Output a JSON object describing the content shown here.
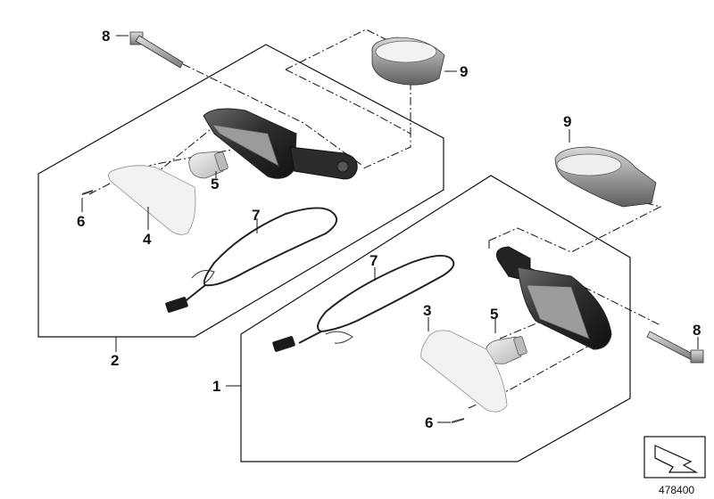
{
  "diagram": {
    "callouts": {
      "c1": "1",
      "c2": "2",
      "c3": "3",
      "c4": "4",
      "c5_left": "5",
      "c5_right": "5",
      "c6_left": "6",
      "c6_right": "6",
      "c7_left": "7",
      "c7_right": "7",
      "c8_left": "8",
      "c8_right": "8",
      "c9_left": "9",
      "c9_right": "9"
    },
    "diagram_number": "478400"
  }
}
